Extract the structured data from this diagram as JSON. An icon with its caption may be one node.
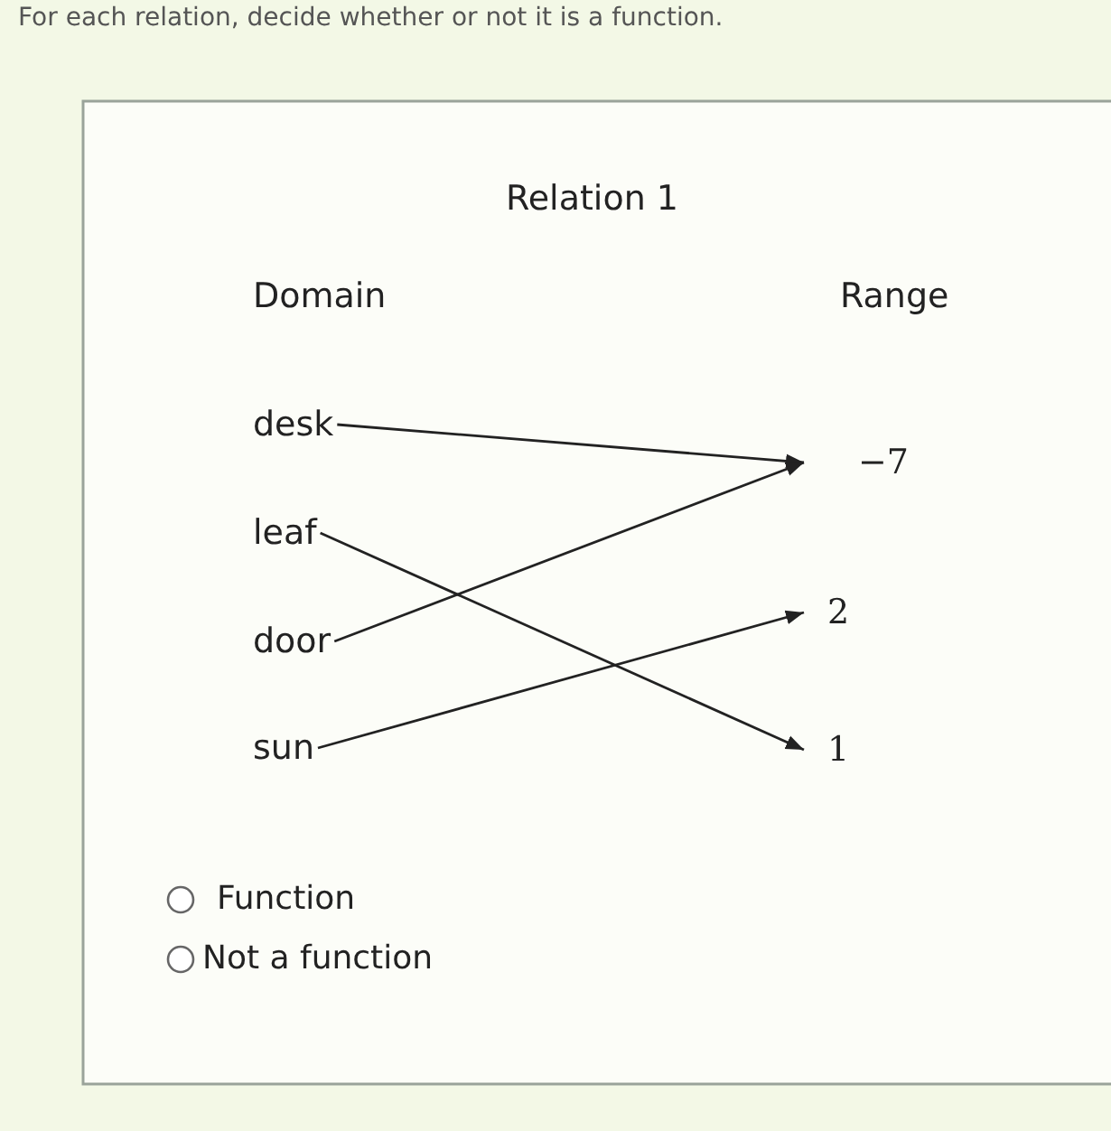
{
  "diagram": {
    "title": "Relation 1",
    "nodes": [
      {
        "text": [
          "desk"
        ]
      },
      {
        "text": [
          "leaf"
        ]
      },
      {
        "text": [
          "door"
        ]
      },
      {
        "text": [
          "sun"
        ]
      },
      {
        "text": [
          "−7"
        ]
      },
      {
        "text": [
          "2"
        ]
      },
      {
        "text": [
          "1"
        ]
      }
    ],
    "edges": [
      {
        "from": 0,
        "to": 4,
        "arrow": "to"
      },
      {
        "from": 1,
        "to": 6,
        "arrow": "to"
      },
      {
        "from": 2,
        "to": 4,
        "arrow": "to"
      },
      {
        "from": 3,
        "to": 5,
        "arrow": "to"
      }
    ],
    "labels": [
      "For each relation, decide whether or not it is a function.",
      "Domain",
      "Range",
      "Function",
      "Not a function"
    ]
  }
}
